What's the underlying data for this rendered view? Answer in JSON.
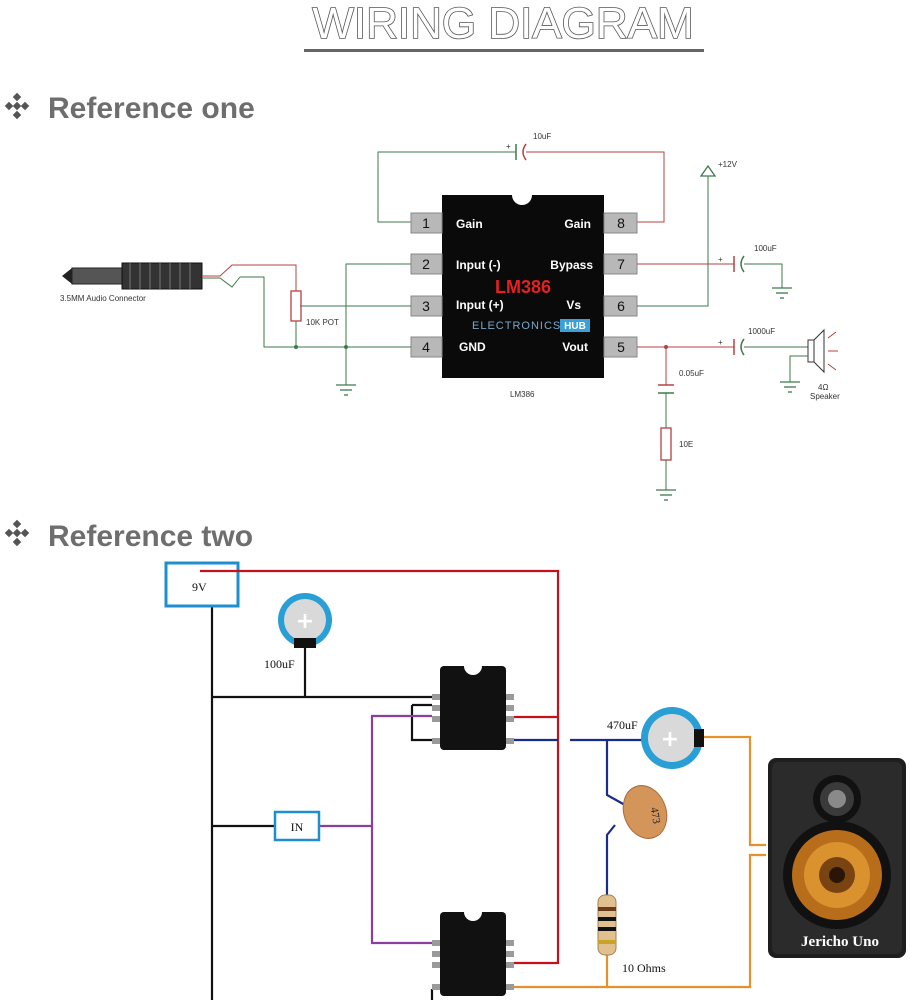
{
  "title": "WIRING DIAGRAM",
  "reference_one": {
    "heading": "Reference one",
    "chip": {
      "name": "LM386",
      "brand": "ELECTRONICS",
      "brand_hub": "HUB",
      "footer": "LM386",
      "pins_left": [
        {
          "num": "1",
          "name": "Gain"
        },
        {
          "num": "2",
          "name": "Input (-)"
        },
        {
          "num": "3",
          "name": "Input (+)"
        },
        {
          "num": "4",
          "name": "GND"
        }
      ],
      "pins_right": [
        {
          "num": "8",
          "name": "Gain"
        },
        {
          "num": "7",
          "name": "Bypass"
        },
        {
          "num": "6",
          "name": "Vs"
        },
        {
          "num": "5",
          "name": "Vout"
        }
      ]
    },
    "labels": {
      "cap_gain": "10uF",
      "supply": "+12V",
      "cap_bypass": "100uF",
      "cap_out": "1000uF",
      "cap_filter": "0.05uF",
      "resistor": "10E",
      "pot": "10K POT",
      "jack": "3.5MM Audio Connector",
      "speaker_ohms": "4Ω",
      "speaker": "Speaker"
    }
  },
  "reference_two": {
    "heading": "Reference two",
    "labels": {
      "battery": "9V",
      "cap_100": "100uF",
      "input": "IN",
      "cap_470": "470uF",
      "ceramic": "473",
      "resistor": "10 Ohms",
      "speaker_brand": "Jericho Uno"
    }
  },
  "colors": {
    "red_wire": "#c4111b",
    "black_wire": "#111111",
    "purple_wire": "#8b3e9c",
    "blue_wire": "#1a2c8a",
    "orange_wire": "#e5922d",
    "box_blue": "#1d8fcf"
  }
}
